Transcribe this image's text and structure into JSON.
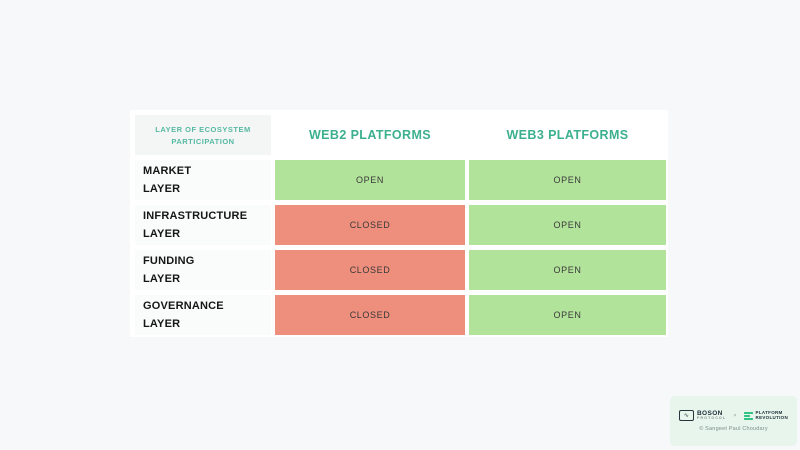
{
  "colors": {
    "page_bg": "#f7f8fa",
    "open_bg": "#b2e39b",
    "closed_bg": "#ee8e7c",
    "accent_teal": "#3cb08e",
    "label_teal": "#58b9a3",
    "badge_bg": "#e7f5ed",
    "pr_green": "#2fc482"
  },
  "table": {
    "corner_header": {
      "line1": "LAYER OF ECOSYSTEM",
      "line2": "PARTICIPATION"
    },
    "columns": [
      "WEB2 PLATFORMS",
      "WEB3 PLATFORMS"
    ],
    "rows": [
      {
        "key": "market",
        "label_line1": "MARKET",
        "label_line2": "LAYER",
        "cells": [
          {
            "col": "web2",
            "value": "OPEN",
            "state": "open"
          },
          {
            "col": "web3",
            "value": "OPEN",
            "state": "open"
          }
        ]
      },
      {
        "key": "infrastructure",
        "label_line1": "INFRASTRUCTURE",
        "label_line2": "LAYER",
        "cells": [
          {
            "col": "web2",
            "value": "CLOSED",
            "state": "closed"
          },
          {
            "col": "web3",
            "value": "OPEN",
            "state": "open"
          }
        ]
      },
      {
        "key": "funding",
        "label_line1": "FUNDING",
        "label_line2": "LAYER",
        "cells": [
          {
            "col": "web2",
            "value": "CLOSED",
            "state": "closed"
          },
          {
            "col": "web3",
            "value": "OPEN",
            "state": "open"
          }
        ]
      },
      {
        "key": "governance",
        "label_line1": "GOVERNANCE",
        "label_line2": "LAYER",
        "cells": [
          {
            "col": "web2",
            "value": "CLOSED",
            "state": "closed"
          },
          {
            "col": "web3",
            "value": "OPEN",
            "state": "open"
          }
        ]
      }
    ]
  },
  "footer": {
    "boson_name": "BOSON",
    "boson_sub": "PROTOCOL",
    "boson_glyph": "∿",
    "separator": "×",
    "pr_line1": "PLATFORM",
    "pr_line2": "REVOLUTION",
    "copyright": "© Sangeet Paul Choudary"
  },
  "chart_data": {
    "type": "table",
    "title": "",
    "columns": [
      "LAYER OF ECOSYSTEM PARTICIPATION",
      "WEB2 PLATFORMS",
      "WEB3 PLATFORMS"
    ],
    "rows": [
      [
        "MARKET LAYER",
        "OPEN",
        "OPEN"
      ],
      [
        "INFRASTRUCTURE LAYER",
        "CLOSED",
        "OPEN"
      ],
      [
        "FUNDING LAYER",
        "CLOSED",
        "OPEN"
      ],
      [
        "GOVERNANCE LAYER",
        "CLOSED",
        "OPEN"
      ]
    ],
    "cell_color_legend": {
      "OPEN": "#b2e39b",
      "CLOSED": "#ee8e7c"
    }
  }
}
